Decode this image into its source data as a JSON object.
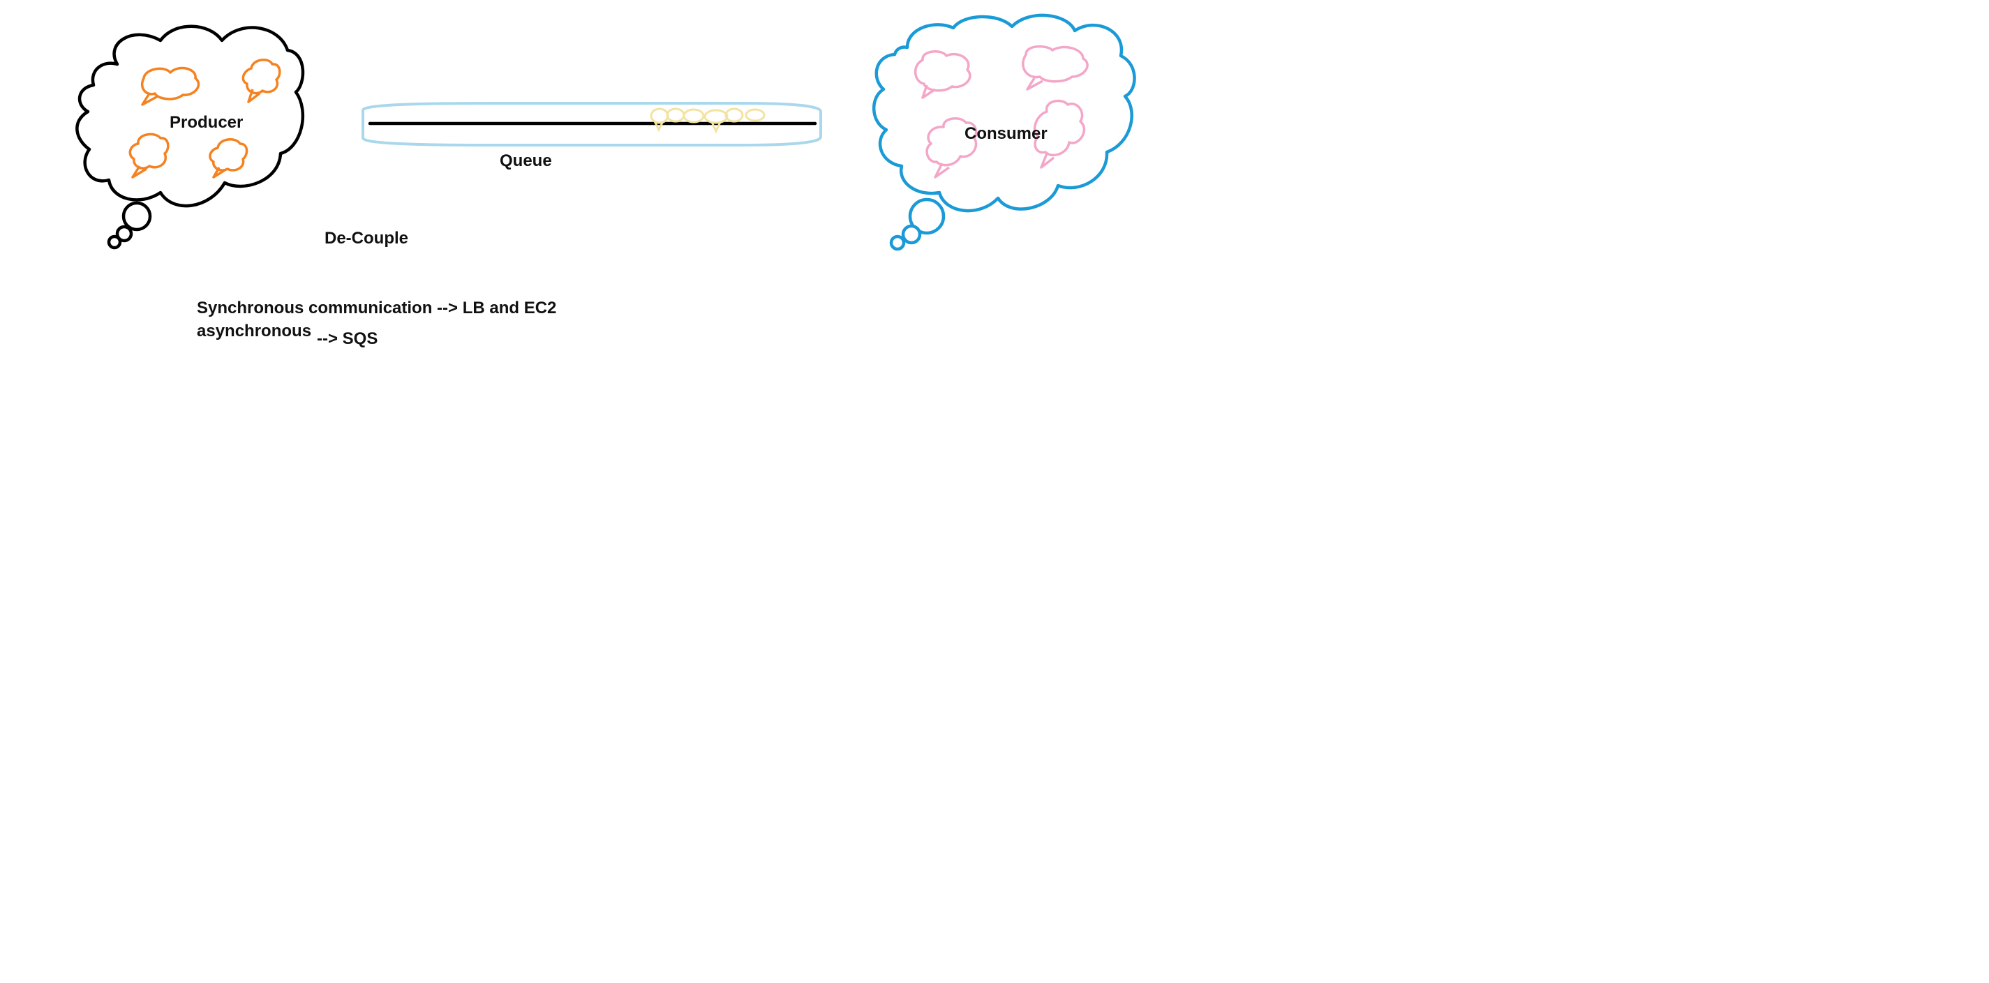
{
  "diagram": {
    "producer": {
      "label": "Producer",
      "outline_color": "#000000",
      "message_color": "#F58220"
    },
    "queue": {
      "label": "Queue",
      "outline_color": "#A9D8EC",
      "line_color": "#000000",
      "message_color": "#F3E3A1"
    },
    "consumer": {
      "label": "Consumer",
      "outline_color": "#1A9AD6",
      "message_color": "#F4A6C8"
    }
  },
  "notes": {
    "decouple": "De-Couple",
    "sync": "Synchronous communication --> LB and EC2",
    "async": "asynchronous",
    "async_target": "--> SQS"
  }
}
